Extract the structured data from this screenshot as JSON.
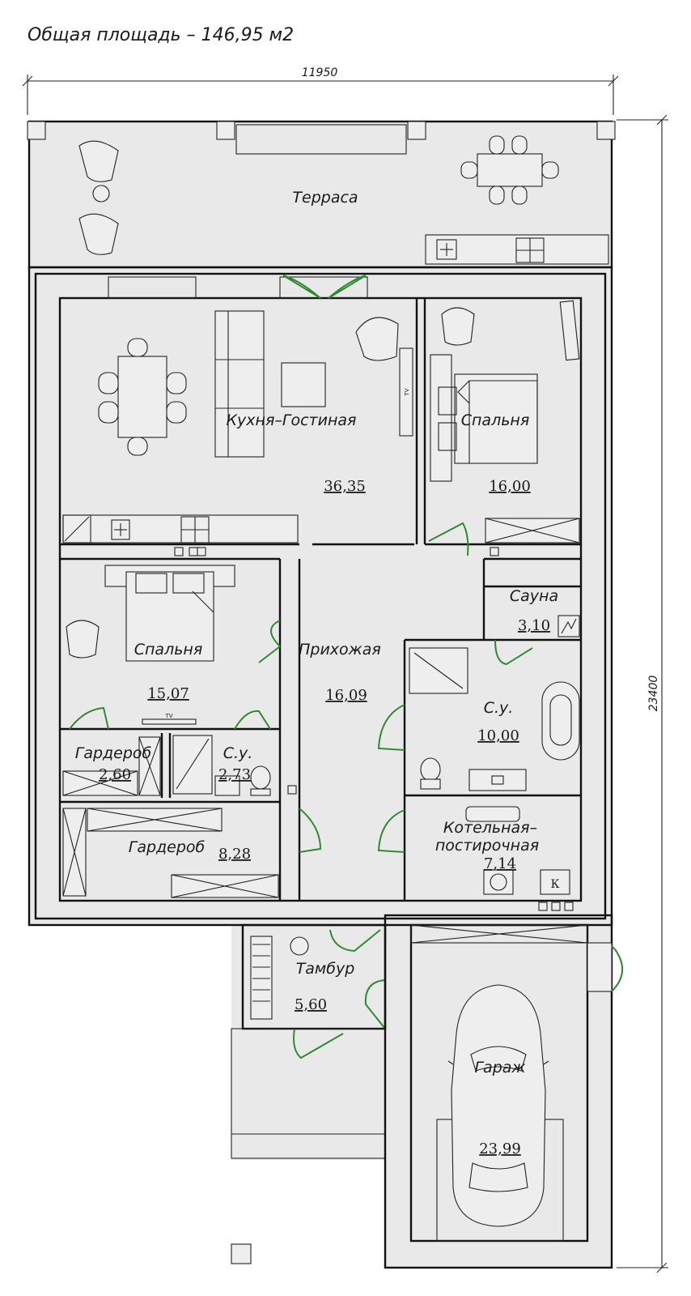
{
  "title": "Общая площадь – 146,95 м2",
  "dimensions": {
    "width": "11950",
    "height": "23400"
  },
  "rooms": {
    "terrace": {
      "label": "Терраса",
      "area": ""
    },
    "kitchen": {
      "label": "Кухня–Гостиная",
      "area": "36,35"
    },
    "bedroom1": {
      "label": "Спальня",
      "area": "16,00"
    },
    "bedroom2": {
      "label": "Спальня",
      "area": "15,07"
    },
    "hallway": {
      "label": "Прихожая",
      "area": "16,09"
    },
    "sauna": {
      "label": "Сауна",
      "area": "3,10"
    },
    "bathroom": {
      "label": "С.у.",
      "area": "10,00"
    },
    "wardrobe1": {
      "label": "Гардероб",
      "area": "2,60"
    },
    "wc": {
      "label": "С.у.",
      "area": "2,73"
    },
    "wardrobe2": {
      "label": "Гардероб",
      "area": "8,28"
    },
    "boiler": {
      "label1": "Котельная–",
      "label2": "постирочная",
      "area": "7,14"
    },
    "vestibule": {
      "label": "Тамбур",
      "area": "5,60"
    },
    "garage": {
      "label": "Гараж",
      "area": "23,99"
    }
  },
  "marks": {
    "tv": "TV",
    "boiler_k": "К"
  },
  "colors": {
    "walls": "#111111",
    "floor": "#e8e9e8",
    "doors": "#2e8b2e"
  }
}
